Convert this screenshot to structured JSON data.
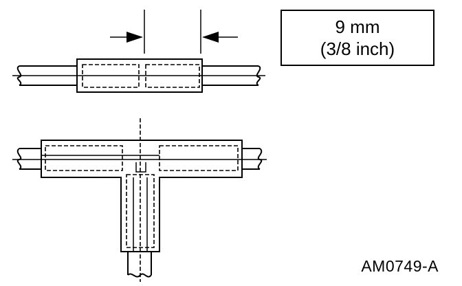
{
  "callout": {
    "line1": "9 mm",
    "line2": "(3/8 inch)"
  },
  "figure_id": "AM0749-A",
  "colors": {
    "ink": "#000000",
    "background": "#ffffff"
  }
}
